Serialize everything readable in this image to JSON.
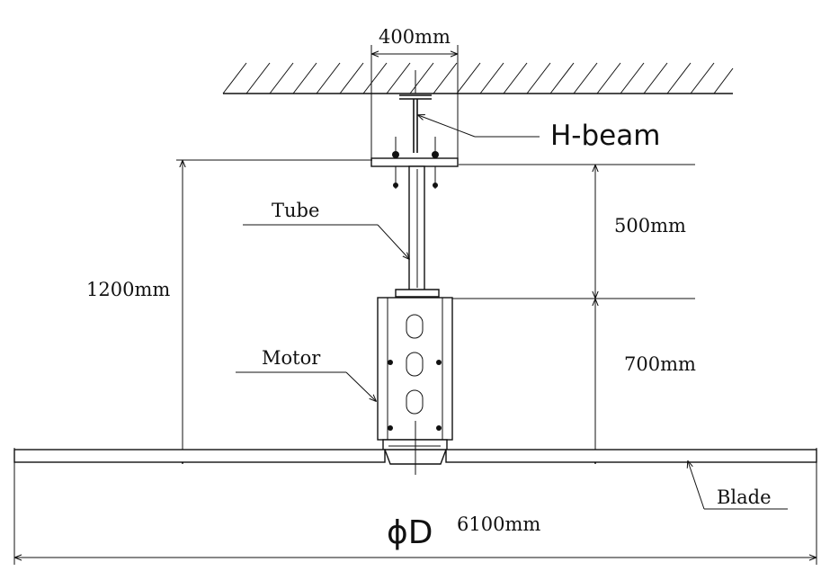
{
  "labels": {
    "width_400": "400mm",
    "h_beam": "H-beam",
    "tube": "Tube",
    "height_1200": "1200mm",
    "height_500": "500mm",
    "motor": "Motor",
    "height_700": "700mm",
    "blade": "Blade",
    "diameter_symbol": "ϕD",
    "diameter_value": "6100mm"
  },
  "colors": {
    "line": "#111111",
    "background": "#ffffff"
  }
}
